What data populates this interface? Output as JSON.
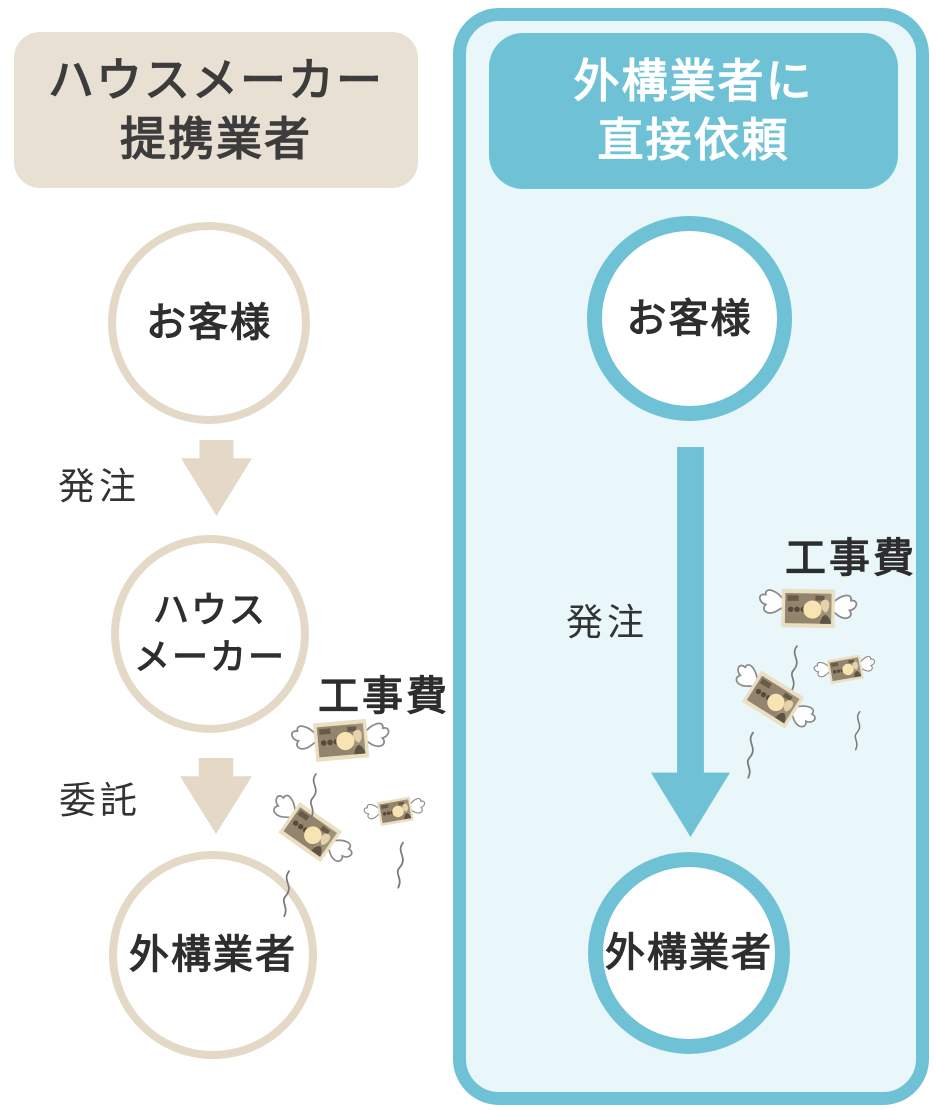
{
  "diagram": {
    "left": {
      "title_line1": "ハウスメーカー",
      "title_line2": "提携業者",
      "customer": "お客様",
      "middleman_line1": "ハウス",
      "middleman_line2": "メーカー",
      "contractor": "外構業者",
      "order_label": "発注",
      "delegate_label": "委託",
      "money_label": "工事費"
    },
    "right": {
      "title_line1": "外構業者に",
      "title_line2": "直接依頼",
      "customer": "お客様",
      "contractor": "外構業者",
      "order_label": "発注",
      "money_label": "工事費"
    },
    "icons": {
      "flying_money": "flying-money-icon",
      "money_trail": "money-trail-squiggle-icon",
      "down_arrow": "down-arrow-icon"
    },
    "colors": {
      "beige_accent": "#e8e0d2",
      "beige_border": "#e3d9c6",
      "blue_accent": "#6fc2d5",
      "blue_panel_bg": "#e9f7fa",
      "text_dark": "#333333",
      "circle_text": "#2e2e2e",
      "title_on_blue": "#ffffff",
      "bill_paper": "#ebdfc3",
      "bill_ink": "#93856d"
    }
  }
}
